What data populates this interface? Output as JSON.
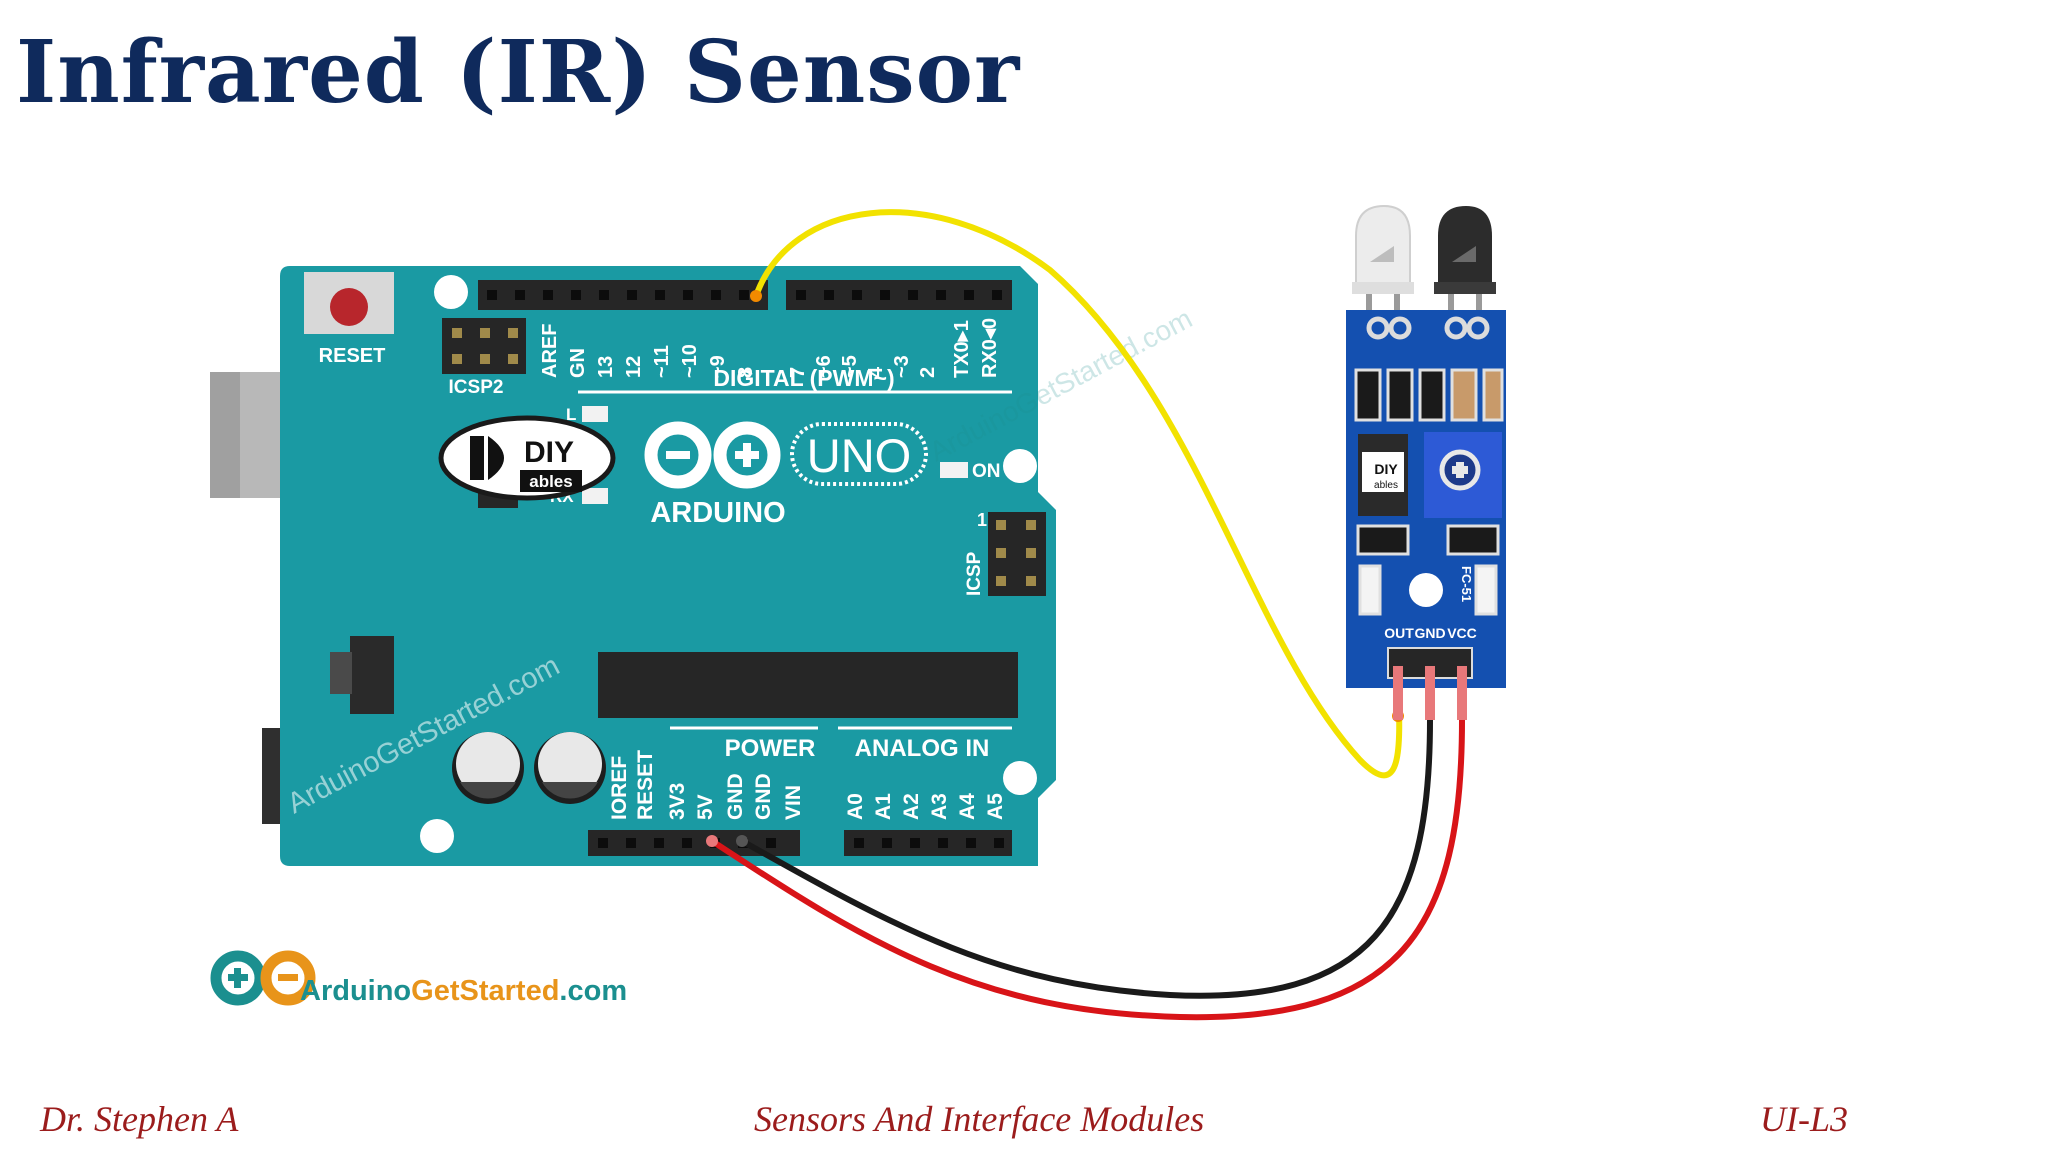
{
  "slide": {
    "title": "Infrared (IR) Sensor",
    "footer_left": "Dr. Stephen A",
    "footer_center": "Sensors And Interface Modules",
    "footer_right": "UI-L3"
  },
  "board": {
    "reset_label": "RESET",
    "icsp2_label": "ICSP2",
    "digital_pins": [
      "AREF",
      "GN",
      "13",
      "12",
      "~11",
      "~10",
      "~9",
      "8",
      "7",
      "~6",
      "~5",
      "4",
      "~3",
      "2",
      "TX0▸1",
      "RX0◂0"
    ],
    "digital_label": "DIGITAL (PWM~)",
    "uno_label": "UNO",
    "arduino_label": "ARDUINO",
    "on_label": "ON",
    "icsp_label": "ICSP",
    "icsp_pin1": "1",
    "power_label": "POWER",
    "analog_label": "ANALOG IN",
    "power_pins": [
      "IOREF",
      "RESET",
      "3V3",
      "5V",
      "GND",
      "GND",
      "VIN"
    ],
    "analog_pins": [
      "A0",
      "A1",
      "A2",
      "A3",
      "A4",
      "A5"
    ],
    "rx_label": "RX",
    "l_label": "L",
    "diy_logo_top": "DIY",
    "diy_logo_bottom": "ables",
    "watermark_board": "ArduinoGetStarted.com",
    "colors": {
      "board": "#1a9aa3",
      "accent": "#ffffff"
    }
  },
  "sensor": {
    "pins": [
      "OUT",
      "GND",
      "VCC"
    ],
    "model": "FC-51",
    "diy_logo_top": "DIY",
    "diy_logo_bottom": "ables",
    "watermark": "ArduinoGetStarted.com",
    "colors": {
      "pcb": "#1450b0"
    }
  },
  "wires": [
    {
      "from": "pin 8",
      "to": "OUT",
      "color": "#f2e200"
    },
    {
      "from": "GND",
      "to": "GND",
      "color": "#1a1a1a"
    },
    {
      "from": "5V",
      "to": "VCC",
      "color": "#d81418"
    }
  ],
  "brand": {
    "part1": "Arduino",
    "part2": "GetStarted",
    "part3": ".com",
    "colors": {
      "teal": "#1b8f8f",
      "orange": "#e8941a"
    }
  }
}
